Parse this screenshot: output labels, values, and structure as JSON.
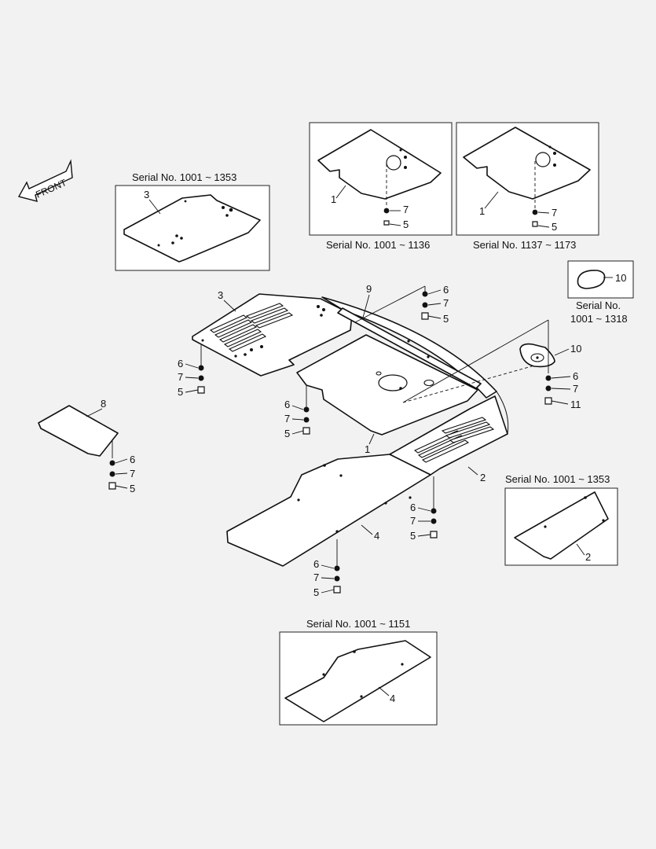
{
  "front_label": "FRONT",
  "captions": {
    "inset_3": "Serial No. 1001 ~ 1353",
    "inset_1a": "Serial No. 1001 ~ 1136",
    "inset_1b": "Serial No. 1137 ~ 1173",
    "inset_10_line1": "Serial No.",
    "inset_10_line2": "1001 ~ 1318",
    "inset_2": "Serial No. 1001 ~ 1353",
    "inset_4": "Serial No. 1001 ~ 1151"
  },
  "part_numbers": {
    "p1": "1",
    "p2": "2",
    "p3": "3",
    "p4": "4",
    "p5": "5",
    "p6": "6",
    "p7": "7",
    "p8": "8",
    "p9": "9",
    "p10": "10",
    "p11": "11"
  },
  "colors": {
    "line": "#111111",
    "background": "#f2f2f2",
    "panel": "#ffffff"
  }
}
